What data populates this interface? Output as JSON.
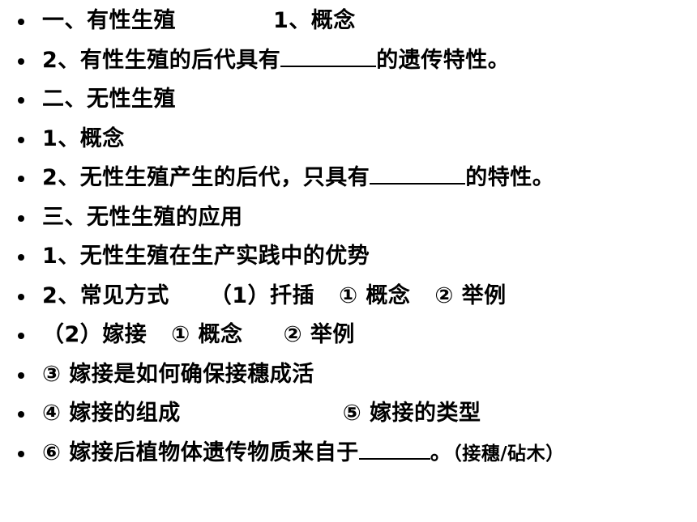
{
  "lines": [
    {
      "a": "一、有性生殖",
      "b": "1、概念"
    },
    {
      "a": "2、有性生殖的后代具有",
      "b": "的遗传特性。"
    },
    {
      "a": "二、无性生殖"
    },
    {
      "a": "1、概念"
    },
    {
      "a": "2、无性生殖产生的后代，只具有",
      "b": "的特性。"
    },
    {
      "a": "三、无性生殖的应用"
    },
    {
      "a": "1、无性生殖在生产实践中的优势"
    },
    {
      "a": "2、常见方式",
      "b": "（1）扦插",
      "c": "① 概念",
      "d": "②  举例"
    },
    {
      "a": "（2）嫁接",
      "b": "①  概念",
      "c": "②  举例"
    },
    {
      "a": "③ 嫁接是如何确保接穗成活"
    },
    {
      "a": "④ 嫁接的组成",
      "b": "⑤ 嫁接的类型"
    },
    {
      "a": "⑥ 嫁接后植物体遗传物质来自于",
      "b": "。",
      "c": "（接穗/砧木）"
    }
  ]
}
